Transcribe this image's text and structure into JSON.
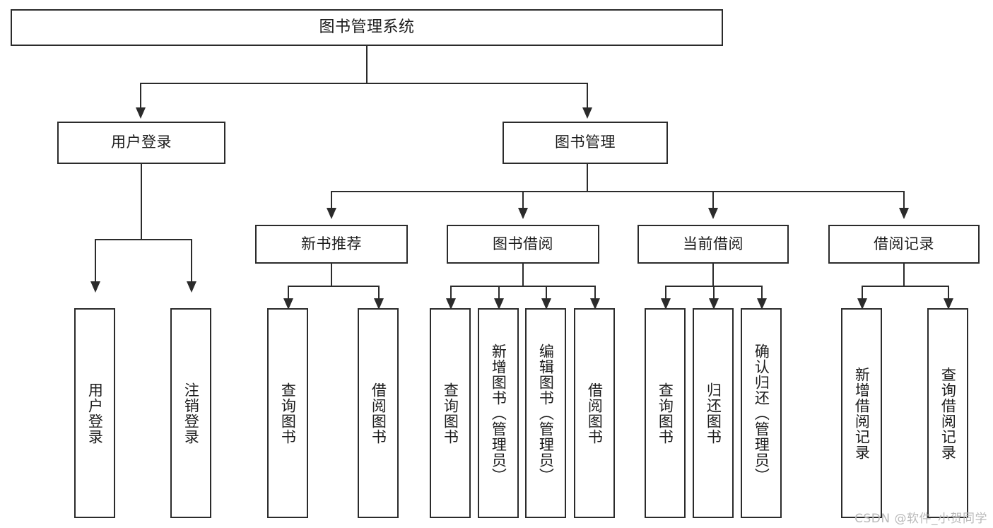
{
  "diagram": {
    "title": "图书管理系统",
    "type": "tree",
    "watermark": "CSDN @软件_小贺同学",
    "colors": {
      "line": "#2b2b2b",
      "box_border": "#2b2b2b",
      "box_fill": "#ffffff",
      "text": "#1c1c1c",
      "background": "#ffffff",
      "watermark": "#b9b9b9"
    },
    "root": {
      "label": "图书管理系统"
    },
    "level2": [
      {
        "label": "用户登录"
      },
      {
        "label": "图书管理"
      }
    ],
    "level3": [
      {
        "label": "新书推荐"
      },
      {
        "label": "图书借阅"
      },
      {
        "label": "当前借阅"
      },
      {
        "label": "借阅记录"
      }
    ],
    "leaves": {
      "user_login": [
        {
          "label": "用户登录"
        },
        {
          "label": "注销登录"
        }
      ],
      "new_book_recommend": [
        {
          "label": "查询图书"
        },
        {
          "label": "借阅图书"
        }
      ],
      "book_borrow": [
        {
          "label": "查询图书"
        },
        {
          "label": "新增图书（管理员）"
        },
        {
          "label": "编辑图书（管理员）"
        },
        {
          "label": "借阅图书"
        }
      ],
      "current_borrow": [
        {
          "label": "查询图书"
        },
        {
          "label": "归还图书"
        },
        {
          "label": "确认归还（管理员）"
        }
      ],
      "borrow_records": [
        {
          "label": "新增借阅记录"
        },
        {
          "label": "查询借阅记录"
        }
      ]
    }
  }
}
